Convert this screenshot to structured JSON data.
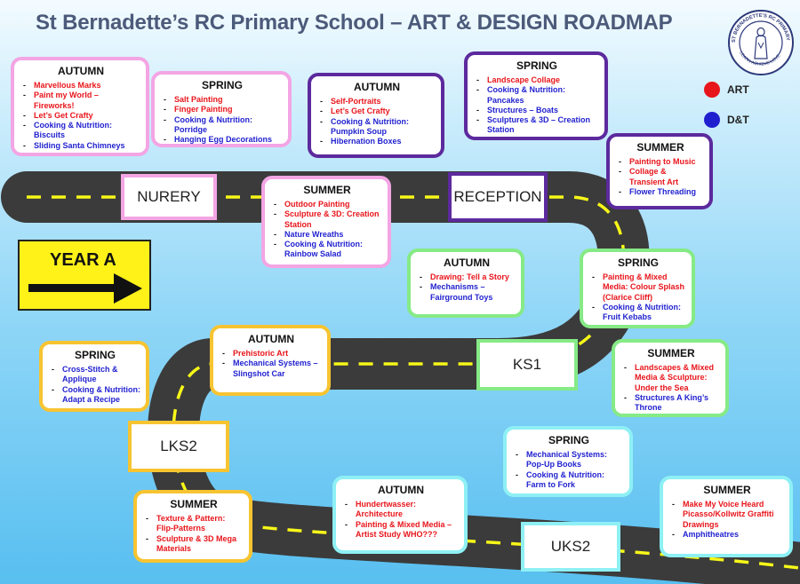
{
  "title": "St Bernadette’s RC Primary School – ART & DESIGN ROADMAP",
  "logo": {
    "ring_text": "ST BERNADETTE'S RC PRIMARY SCHOOL",
    "motto": "LEARN ACHIEVE LOVE"
  },
  "legend": [
    {
      "label": "ART",
      "color": "#e8151b"
    },
    {
      "label": "D&T",
      "color": "#1f1fcf"
    }
  ],
  "colors": {
    "road": "#3b3b3b",
    "road_dash": "#f7f719",
    "art": "#e8151b",
    "dt": "#1f1fcf"
  },
  "year_sign": {
    "label": "YEAR A",
    "icon": "right-arrow-icon"
  },
  "stages": {
    "nursery": "NURERY",
    "reception": "RECEPTION",
    "ks1": "KS1",
    "lks2": "LKS2",
    "uks2": "UKS2"
  },
  "bubbles": {
    "nursery_autumn": {
      "heading": "AUTUMN",
      "items": [
        {
          "text": "Marvellous Marks",
          "type": "art"
        },
        {
          "text": "Paint my World – Fireworks!",
          "type": "art"
        },
        {
          "text": "Let’s Get Crafty",
          "type": "art"
        },
        {
          "text": "Cooking & Nutrition: Biscuits",
          "type": "dt"
        },
        {
          "text": "Sliding Santa Chimneys",
          "type": "dt"
        }
      ]
    },
    "nursery_spring": {
      "heading": "SPRING",
      "items": [
        {
          "text": "Salt Painting",
          "type": "art"
        },
        {
          "text": "Finger Painting",
          "type": "art"
        },
        {
          "text": "Cooking & Nutrition: Porridge",
          "type": "dt"
        },
        {
          "text": "Hanging Egg Decorations",
          "type": "dt"
        }
      ]
    },
    "nursery_summer": {
      "heading": "SUMMER",
      "items": [
        {
          "text": "Outdoor Painting",
          "type": "art"
        },
        {
          "text": "Sculpture & 3D: Creation Station",
          "type": "art"
        },
        {
          "text": "Nature Wreaths",
          "type": "dt"
        },
        {
          "text": "Cooking & Nutrition: Rainbow Salad",
          "type": "dt"
        }
      ]
    },
    "reception_autumn": {
      "heading": "AUTUMN",
      "items": [
        {
          "text": "Self-Portraits",
          "type": "art"
        },
        {
          "text": "Let’s Get Crafty",
          "type": "art"
        },
        {
          "text": "Cooking & Nutrition: Pumpkin Soup",
          "type": "dt"
        },
        {
          "text": "Hibernation Boxes",
          "type": "dt"
        }
      ]
    },
    "reception_spring": {
      "heading": "SPRING",
      "items": [
        {
          "text": "Landscape Collage",
          "type": "art"
        },
        {
          "text": "Cooking & Nutrition: Pancakes",
          "type": "dt"
        },
        {
          "text": "Structures – Boats",
          "type": "dt"
        },
        {
          "text": "Sculptures & 3D – Creation Station",
          "type": "dt"
        }
      ]
    },
    "reception_summer": {
      "heading": "SUMMER",
      "items": [
        {
          "text": "Painting to Music",
          "type": "art"
        },
        {
          "text": "Collage & Transient Art",
          "type": "art"
        },
        {
          "text": "Flower Threading",
          "type": "dt"
        }
      ]
    },
    "ks1_autumn": {
      "heading": "AUTUMN",
      "items": [
        {
          "text": "Drawing: Tell a Story",
          "type": "art"
        },
        {
          "text": "Mechanisms – Fairground Toys",
          "type": "dt"
        }
      ]
    },
    "ks1_spring": {
      "heading": "SPRING",
      "items": [
        {
          "text": "Painting & Mixed Media: Colour Splash (Clarice Cliff)",
          "type": "art"
        },
        {
          "text": "Cooking & Nutrition: Fruit Kebabs",
          "type": "dt"
        }
      ]
    },
    "ks1_summer": {
      "heading": "SUMMER",
      "items": [
        {
          "text": "Landscapes & Mixed Media & Sculpture: Under the Sea",
          "type": "art"
        },
        {
          "text": "Structures A King’s Throne",
          "type": "dt"
        }
      ]
    },
    "lks2_autumn": {
      "heading": "AUTUMN",
      "items": [
        {
          "text": "Prehistoric Art",
          "type": "art"
        },
        {
          "text": "Mechanical Systems – Slingshot Car",
          "type": "dt"
        }
      ]
    },
    "lks2_spring": {
      "heading": "SPRING",
      "items": [
        {
          "text": "Cross-Stitch & Applique",
          "type": "dt"
        },
        {
          "text": "Cooking & Nutrition: Adapt a Recipe",
          "type": "dt"
        }
      ]
    },
    "lks2_summer": {
      "heading": "SUMMER",
      "items": [
        {
          "text": "Texture & Pattern: Flip-Patterns",
          "type": "art"
        },
        {
          "text": "Sculpture & 3D Mega Materials",
          "type": "art"
        }
      ]
    },
    "uks2_autumn": {
      "heading": "AUTUMN",
      "items": [
        {
          "text": "Hundertwasser: Architecture",
          "type": "art"
        },
        {
          "text": "Painting & Mixed Media – Artist Study WHO???",
          "type": "art"
        }
      ]
    },
    "uks2_spring": {
      "heading": "SPRING",
      "items": [
        {
          "text": "Mechanical Systems: Pop-Up Books",
          "type": "dt"
        },
        {
          "text": "Cooking & Nutrition: Farm to Fork",
          "type": "dt"
        }
      ]
    },
    "uks2_summer": {
      "heading": "SUMMER",
      "items": [
        {
          "text": "Make My Voice Heard Picasso/Kollwitz Graffiti Drawings",
          "type": "art"
        },
        {
          "text": "Amphitheatres",
          "type": "dt"
        }
      ]
    }
  }
}
